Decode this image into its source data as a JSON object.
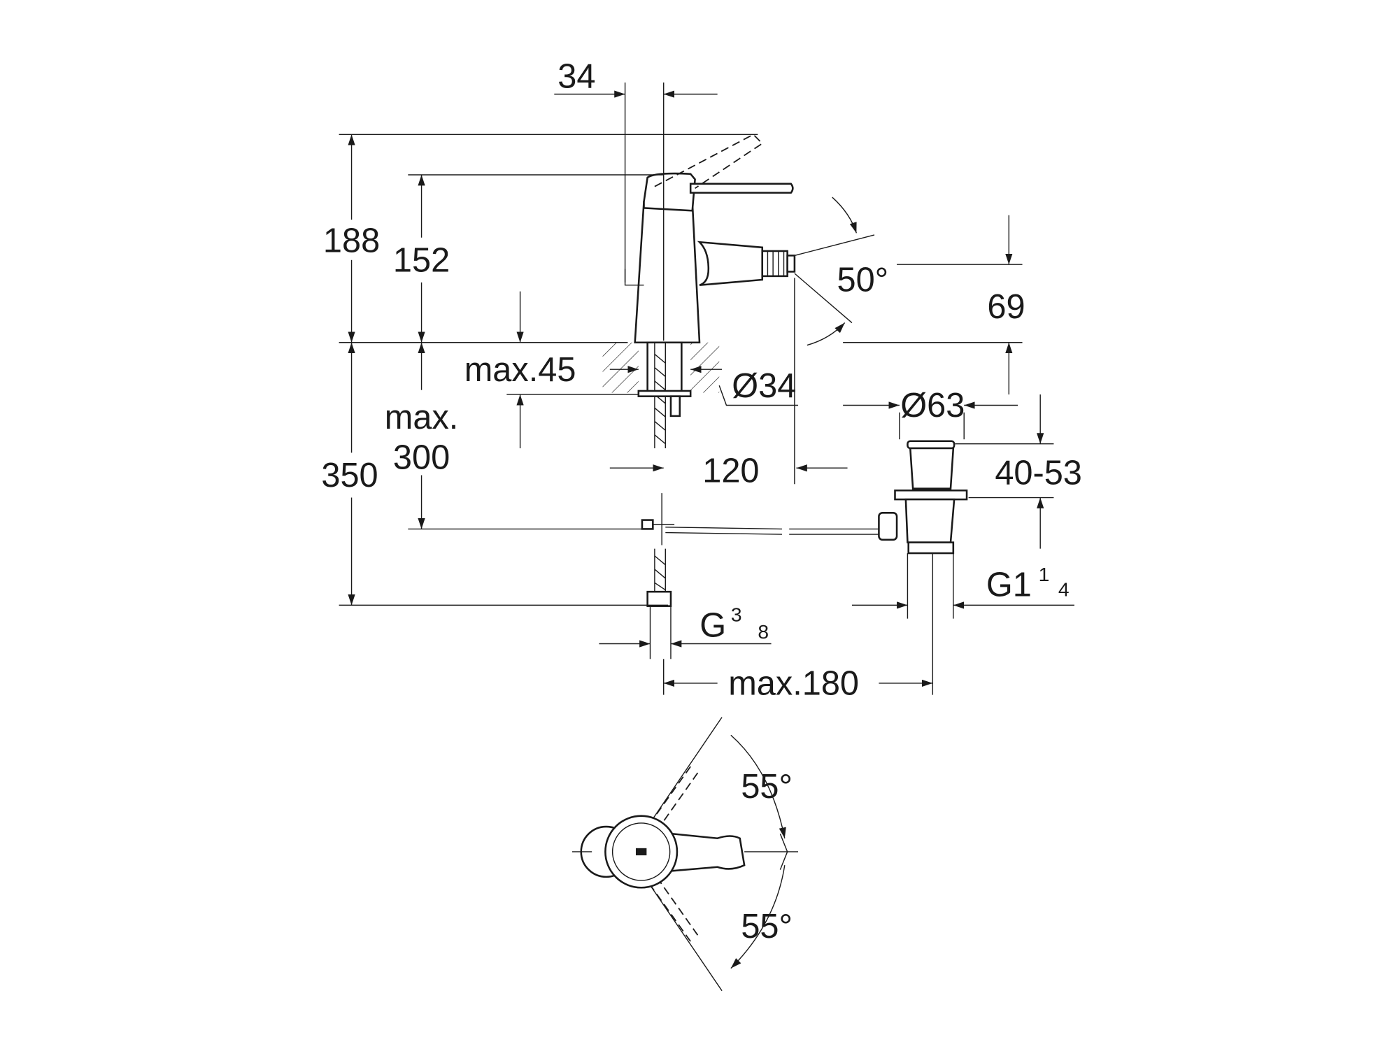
{
  "drawing": {
    "title": "Bidet mixer dimension drawing",
    "colors": {
      "line": "#1a1a1a",
      "background": "#ffffff"
    },
    "dimensions": {
      "lever_offset": "34",
      "height_total": "188",
      "height_body": "152",
      "spout_angle": "50°",
      "spout_height": "69",
      "deck_thickness": "max.45",
      "hole_diameter": "Ø34",
      "below_deck_max_label": "max.",
      "below_deck_max_value": "300",
      "hose_length": "350",
      "waste_diameter": "Ø63",
      "waste_range": "40-53",
      "projection": "120",
      "waste_thread_main": "G1",
      "waste_thread_num": "1",
      "waste_thread_den": "4",
      "supply_thread_main": "G",
      "supply_thread_num": "3",
      "supply_thread_den": "8",
      "waste_offset": "max.180",
      "swivel_angle_upper": "55°",
      "swivel_angle_lower": "55°"
    }
  }
}
